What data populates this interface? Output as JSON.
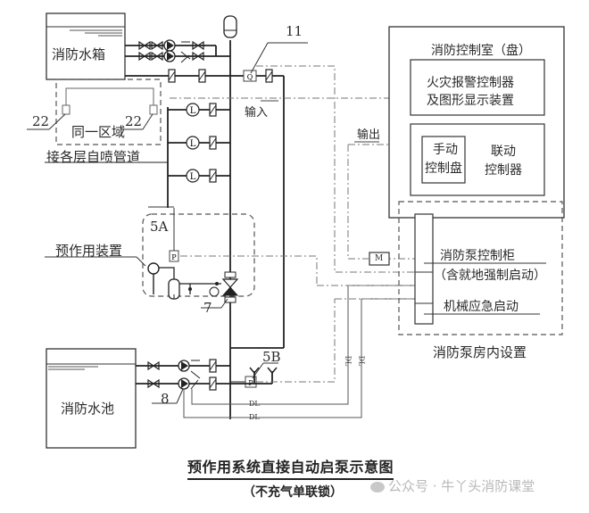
{
  "diagram": {
    "title": "预作用系统直接自动启泵示意图",
    "subtitle": "（不充气单联锁）",
    "watermark": "公众号 · 牛丫头消防课堂",
    "components": {
      "water_tank": "消防水箱",
      "water_pool": "消防水池",
      "same_zone": "同一区域",
      "sprinkler_pipes": "接各层自喷管道",
      "preaction_device": "预作用装置",
      "control_room": "消防控制室（盘）",
      "fire_alarm_controller_line1": "火灾报警控制器",
      "fire_alarm_controller_line2": "及图形显示装置",
      "manual_panel_line1": "手动",
      "manual_panel_line2": "控制盘",
      "linkage_controller_line1": "联动",
      "linkage_controller_line2": "控制器",
      "pump_cabinet": "消防泵控制柜",
      "pump_cabinet_note": "（含就地强制启动）",
      "mechanical_start": "机械应急启动",
      "pump_room": "消防泵房内设置",
      "motor_symbol": "M",
      "flow_symbol": "Q",
      "pressure_symbol": "P"
    },
    "signals": {
      "input": "输入",
      "output": "输出",
      "dl": "DL"
    },
    "tags": {
      "flow_switch": "11",
      "detector_left": "22",
      "detector_right": "22",
      "pressure_switch_a": "5A",
      "pressure_switch_b": "5B",
      "preaction_valve": "7",
      "fire_pump": "8"
    }
  }
}
